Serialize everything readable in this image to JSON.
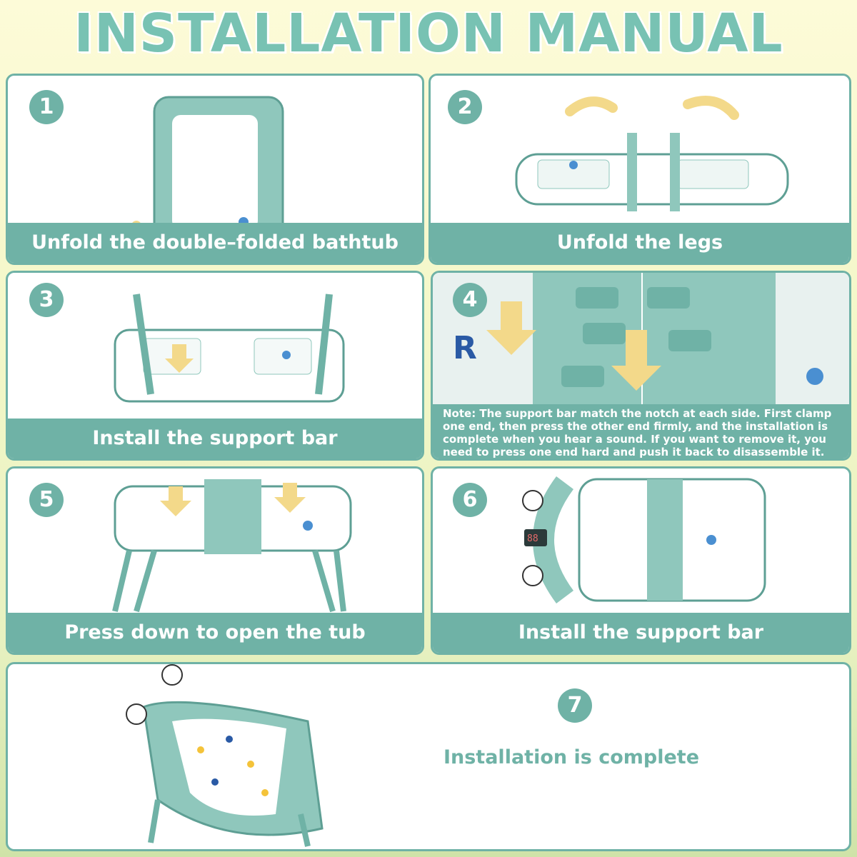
{
  "title": "INSTALLATION MANUAL",
  "colors": {
    "accent": "#6fb2a6",
    "title": "#78c2b3",
    "arrow": "#f3d98a"
  },
  "steps": [
    {
      "number": "1",
      "caption": "Unfold the double–folded bathtub"
    },
    {
      "number": "2",
      "caption": "Unfold the legs"
    },
    {
      "number": "3",
      "caption": "Install the support bar"
    },
    {
      "number": "4",
      "label": "R",
      "note": "Note: The support bar match the notch at each side. First clamp one end,   then press the other end firmly, and the installation is complete when you hear a sound. If you want to remove it, you need to press one end hard and push it back to disassemble it."
    },
    {
      "number": "5",
      "caption": "Press down to open the tub"
    },
    {
      "number": "6",
      "caption": "Install the support bar",
      "display": "88"
    },
    {
      "number": "7",
      "caption": "Installation is complete"
    }
  ]
}
